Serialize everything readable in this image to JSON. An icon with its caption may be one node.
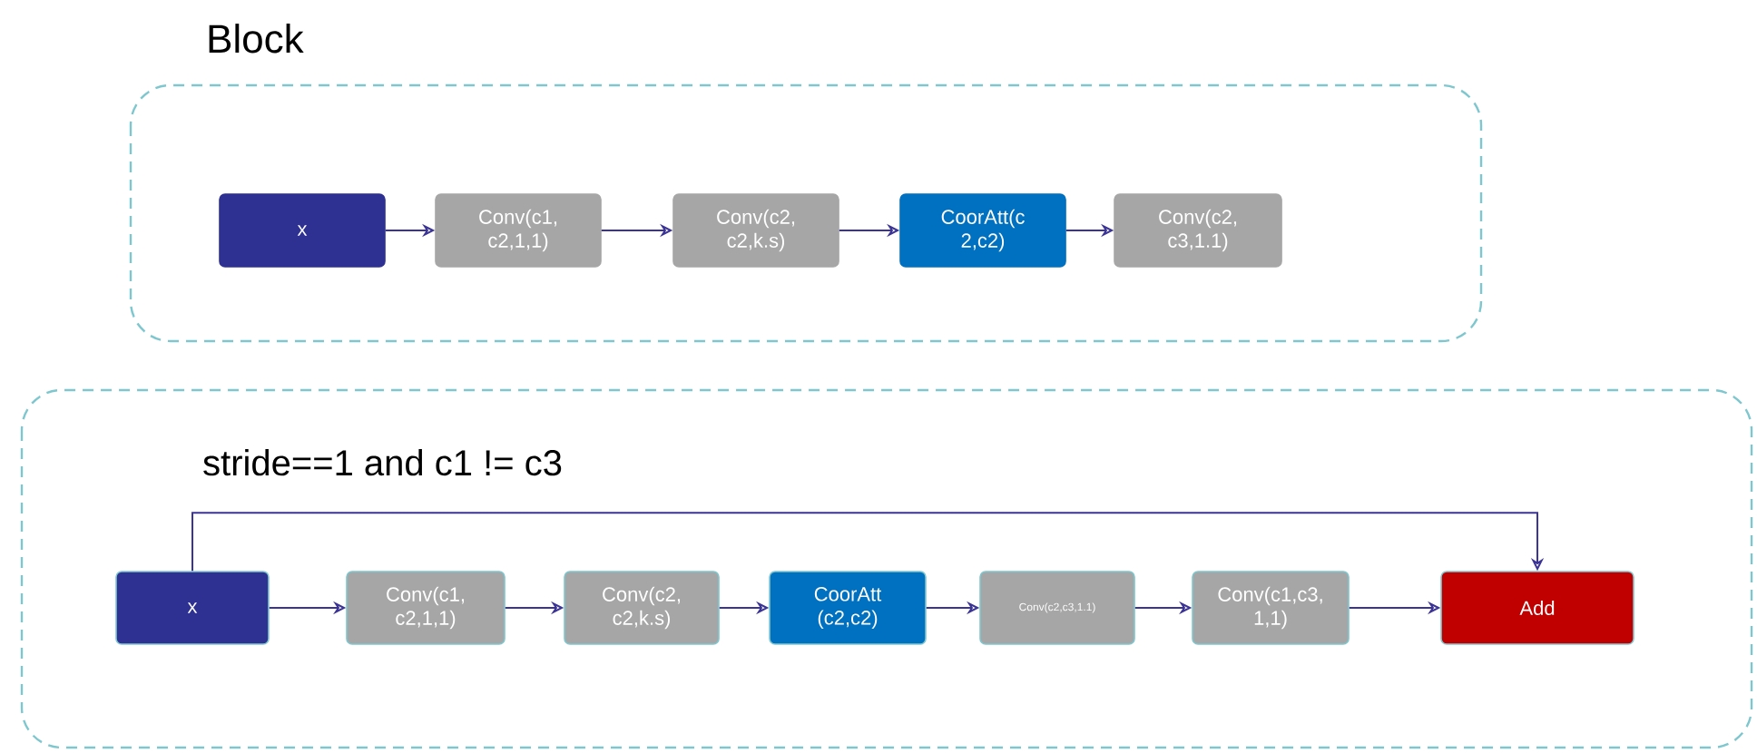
{
  "diagram": {
    "nodes": [
      {
        "text": [
          "Block"
        ]
      },
      {
        "text": [
          "stride==1 and c1 != c3"
        ]
      },
      {
        "text": [
          "x"
        ],
        "in": 0
      },
      {
        "text": [
          "Conv(c1, c2,1,1)"
        ],
        "in": 0
      },
      {
        "text": [
          "Conv(c2, c2,k.s)"
        ],
        "in": 0
      },
      {
        "text": [
          "CoorAtt(c 2,c2)"
        ],
        "in": 0
      },
      {
        "text": [
          "Conv(c2, c3,1.1)"
        ],
        "in": 0
      },
      {
        "text": [
          "x"
        ],
        "in": 1
      },
      {
        "text": [
          "Conv(c1, c2,1,1)"
        ],
        "in": 1
      },
      {
        "text": [
          "Conv(c2, c2,k.s)"
        ],
        "in": 1
      },
      {
        "text": [
          "CoorAtt (c2,c2)"
        ],
        "in": 1
      },
      {
        "text": [
          "Conv(c2,c3,1.1)"
        ],
        "in": 1
      },
      {
        "text": [
          "Conv(c1,c3, 1,1)"
        ],
        "in": 1
      },
      {
        "text": [
          "Add"
        ],
        "in": 1
      }
    ],
    "edges": [
      {
        "from": 2,
        "to": 3,
        "arrow": "to"
      },
      {
        "from": 3,
        "to": 4,
        "arrow": "to"
      },
      {
        "from": 4,
        "to": 5,
        "arrow": "to"
      },
      {
        "from": 5,
        "to": 6,
        "arrow": "to"
      },
      {
        "from": 7,
        "to": 8,
        "arrow": "to"
      },
      {
        "from": 8,
        "to": 9,
        "arrow": "to"
      },
      {
        "from": 9,
        "to": 10,
        "arrow": "to"
      },
      {
        "from": 10,
        "to": 11,
        "arrow": "to"
      },
      {
        "from": 11,
        "to": 12,
        "arrow": "to"
      },
      {
        "from": 12,
        "to": 13,
        "arrow": "to"
      },
      {
        "from": 7,
        "to": 13,
        "arrow": "to"
      }
    ]
  }
}
